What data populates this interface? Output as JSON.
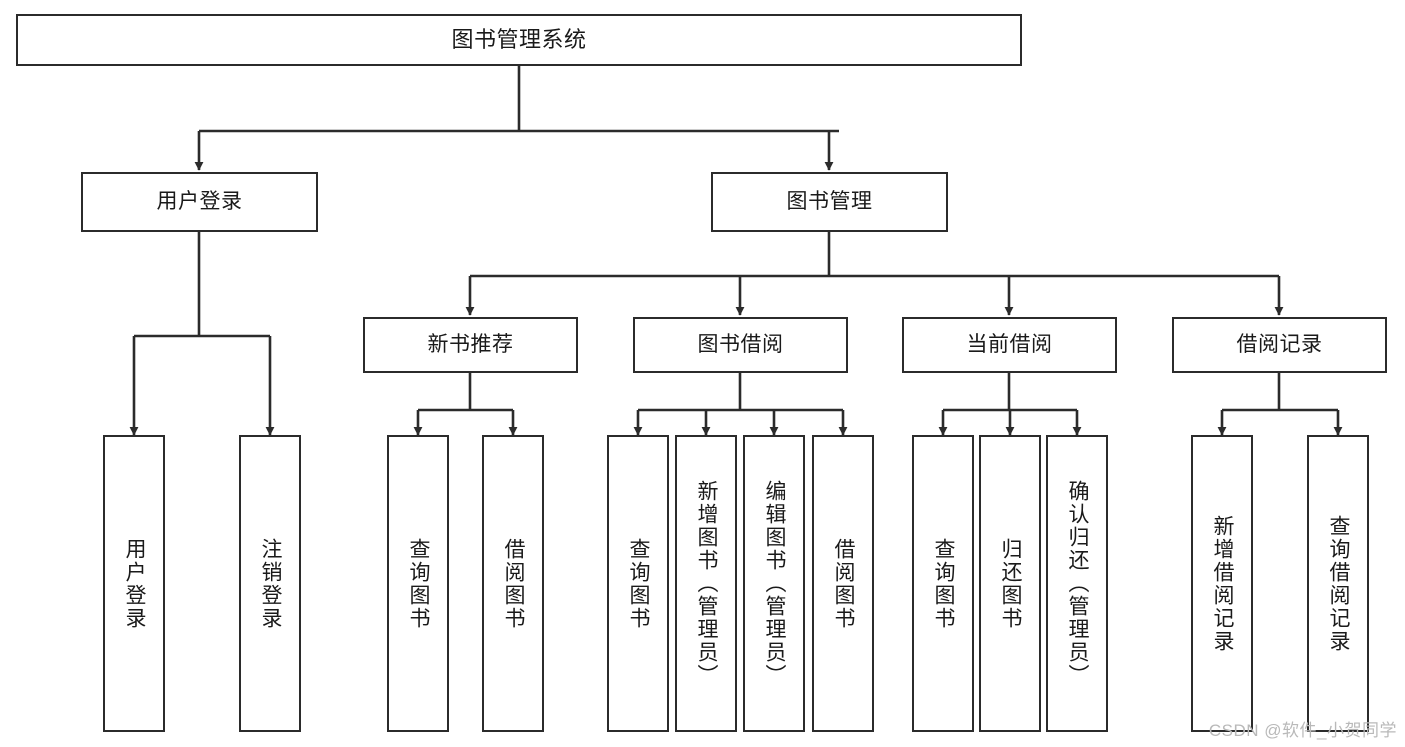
{
  "diagram": {
    "title": "图书管理系统",
    "type": "tree-hierarchy",
    "stroke_color": "#2b2b2b",
    "fill_color": "#ffffff",
    "text_color": "#1a1a1a"
  },
  "root": {
    "label": "图书管理系统"
  },
  "level2": [
    {
      "label": "用户登录"
    },
    {
      "label": "图书管理"
    }
  ],
  "level3": [
    {
      "label": "新书推荐"
    },
    {
      "label": "图书借阅"
    },
    {
      "label": "当前借阅"
    },
    {
      "label": "借阅记录"
    }
  ],
  "leaves": {
    "user_login": [
      {
        "label": "用户登录"
      },
      {
        "label": "注销登录"
      }
    ],
    "new_book": [
      {
        "label": "查询图书"
      },
      {
        "label": "借阅图书"
      }
    ],
    "book_borrow": [
      {
        "label": "查询图书"
      },
      {
        "label": "新增图书（管理员）"
      },
      {
        "label": "编辑图书（管理员）"
      },
      {
        "label": "借阅图书"
      }
    ],
    "current_borrow": [
      {
        "label": "查询图书"
      },
      {
        "label": "归还图书"
      },
      {
        "label": "确认归还（管理员）"
      }
    ],
    "borrow_record": [
      {
        "label": "新增借阅记录"
      },
      {
        "label": "查询借阅记录"
      }
    ]
  },
  "watermark": {
    "text": "CSDN @软件_小贺同学",
    "color": "#b9b9b9"
  }
}
